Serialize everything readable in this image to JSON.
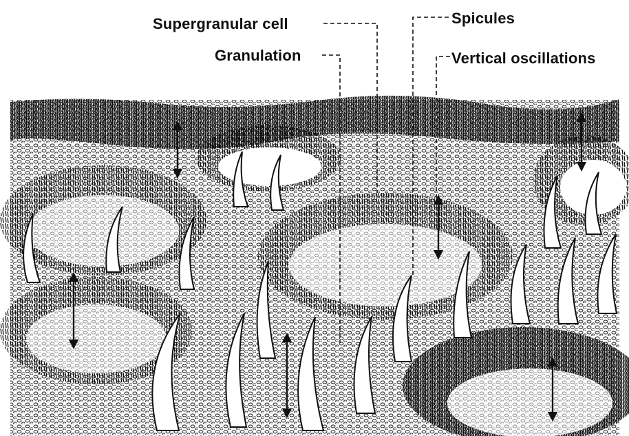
{
  "labels": {
    "supergranular_cell": "Supergranular cell",
    "spicules": "Spicules",
    "granulation": "Granulation",
    "vertical_oscillations": "Vertical oscillations"
  },
  "colors": {
    "ink": "#111111",
    "paper": "#ffffff"
  }
}
